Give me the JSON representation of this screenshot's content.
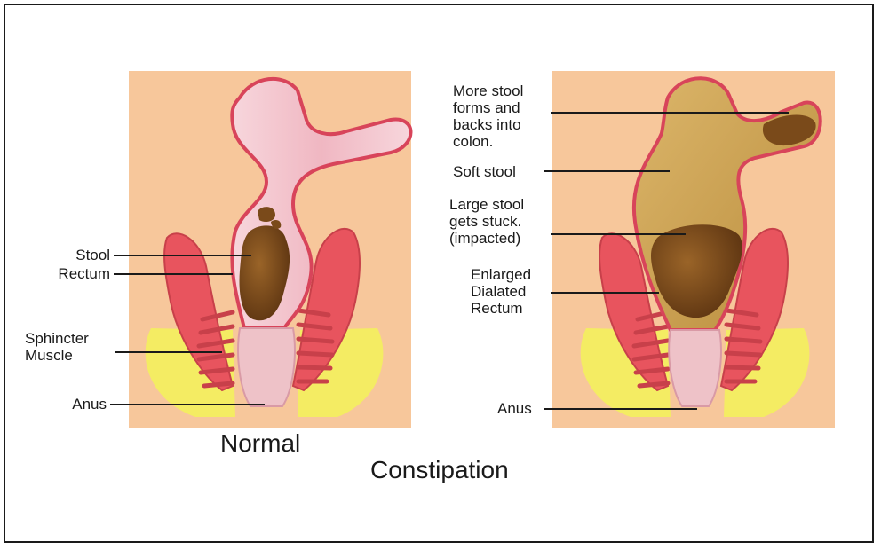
{
  "normal": {
    "caption": "Normal",
    "labels": {
      "stool": "Stool",
      "rectum": "Rectum",
      "sphincter_line1": "Sphincter",
      "sphincter_line2": "Muscle",
      "anus": "Anus"
    }
  },
  "constipation": {
    "caption": "Constipation",
    "labels": {
      "more_stool_line1": "More stool",
      "more_stool_line2": "forms and",
      "more_stool_line3": "backs into",
      "more_stool_line4": "colon.",
      "soft_stool": "Soft stool",
      "large_stool_line1": "Large stool",
      "large_stool_line2": "gets stuck.",
      "large_stool_line3": "(impacted)",
      "enlarged_line1": "Enlarged",
      "enlarged_line2": "Dialated",
      "enlarged_line3": "Rectum",
      "anus": "Anus"
    }
  },
  "colors": {
    "skin": "#f7c79b",
    "muscle": "#e8545e",
    "fat": "#f4ec63",
    "colon": "#f2c4cc",
    "stool": "#7a4a1a",
    "soft_stool": "#c9a35a"
  }
}
